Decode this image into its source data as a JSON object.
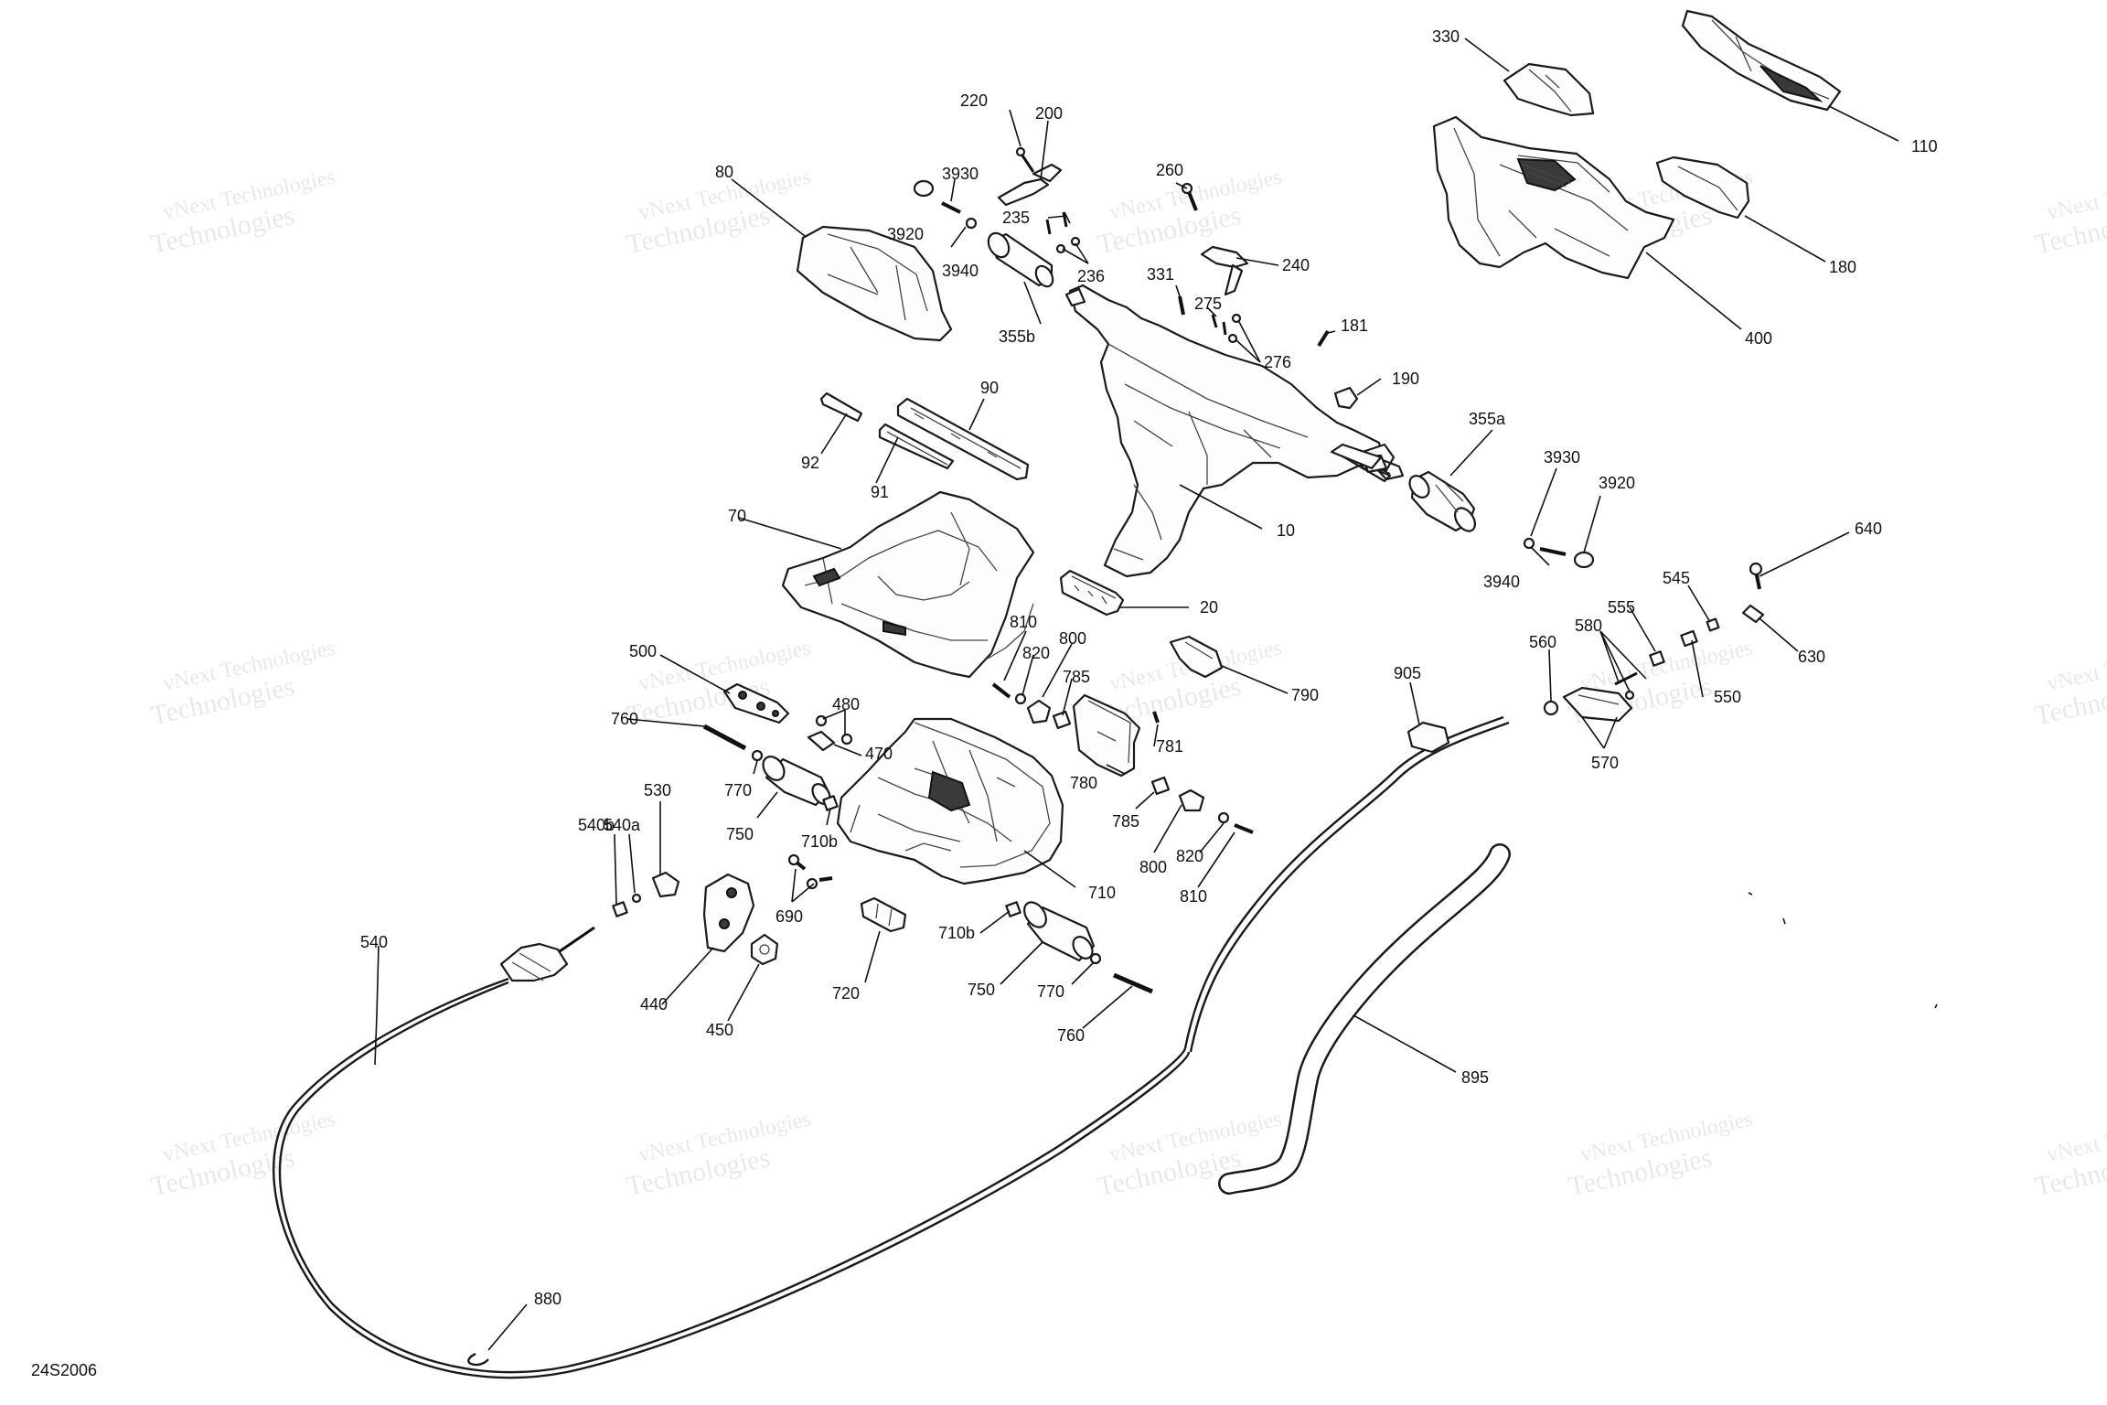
{
  "drawing_code": "24S2006",
  "watermark": {
    "line1": "vNext Technologies",
    "line2": "Technologies"
  },
  "callouts": [
    {
      "id": "330",
      "label": "330"
    },
    {
      "id": "110",
      "label": "110"
    },
    {
      "id": "180",
      "label": "180"
    },
    {
      "id": "400",
      "label": "400"
    },
    {
      "id": "220",
      "label": "220"
    },
    {
      "id": "200",
      "label": "200"
    },
    {
      "id": "3930a",
      "label": "3930"
    },
    {
      "id": "80",
      "label": "80"
    },
    {
      "id": "3920a",
      "label": "3920"
    },
    {
      "id": "3940a",
      "label": "3940"
    },
    {
      "id": "235",
      "label": "235"
    },
    {
      "id": "236",
      "label": "236"
    },
    {
      "id": "355b",
      "label": "355b"
    },
    {
      "id": "260",
      "label": "260"
    },
    {
      "id": "240",
      "label": "240"
    },
    {
      "id": "331",
      "label": "331"
    },
    {
      "id": "275",
      "label": "275"
    },
    {
      "id": "276",
      "label": "276"
    },
    {
      "id": "181",
      "label": "181"
    },
    {
      "id": "190",
      "label": "190"
    },
    {
      "id": "90",
      "label": "90"
    },
    {
      "id": "92",
      "label": "92"
    },
    {
      "id": "91",
      "label": "91"
    },
    {
      "id": "355a",
      "label": "355a"
    },
    {
      "id": "3930b",
      "label": "3930"
    },
    {
      "id": "3920b",
      "label": "3920"
    },
    {
      "id": "70",
      "label": "70"
    },
    {
      "id": "10",
      "label": "10"
    },
    {
      "id": "3940b",
      "label": "3940"
    },
    {
      "id": "640",
      "label": "640"
    },
    {
      "id": "20",
      "label": "20"
    },
    {
      "id": "545",
      "label": "545"
    },
    {
      "id": "555",
      "label": "555"
    },
    {
      "id": "630",
      "label": "630"
    },
    {
      "id": "810a",
      "label": "810"
    },
    {
      "id": "800a",
      "label": "800"
    },
    {
      "id": "820a",
      "label": "820"
    },
    {
      "id": "785a",
      "label": "785"
    },
    {
      "id": "580",
      "label": "580"
    },
    {
      "id": "560",
      "label": "560"
    },
    {
      "id": "500",
      "label": "500"
    },
    {
      "id": "790",
      "label": "790"
    },
    {
      "id": "905",
      "label": "905"
    },
    {
      "id": "550",
      "label": "550"
    },
    {
      "id": "480",
      "label": "480"
    },
    {
      "id": "760a",
      "label": "760"
    },
    {
      "id": "470",
      "label": "470"
    },
    {
      "id": "781",
      "label": "781"
    },
    {
      "id": "570",
      "label": "570"
    },
    {
      "id": "770a",
      "label": "770"
    },
    {
      "id": "780",
      "label": "780"
    },
    {
      "id": "530",
      "label": "530"
    },
    {
      "id": "785b",
      "label": "785"
    },
    {
      "id": "540b",
      "label": "540b"
    },
    {
      "id": "540a",
      "label": "540a"
    },
    {
      "id": "750a",
      "label": "750"
    },
    {
      "id": "710b_a",
      "label": "710b"
    },
    {
      "id": "800b",
      "label": "800"
    },
    {
      "id": "820b",
      "label": "820"
    },
    {
      "id": "710",
      "label": "710"
    },
    {
      "id": "810b",
      "label": "810"
    },
    {
      "id": "690",
      "label": "690"
    },
    {
      "id": "540",
      "label": "540"
    },
    {
      "id": "710b_b",
      "label": "710b"
    },
    {
      "id": "440",
      "label": "440"
    },
    {
      "id": "720",
      "label": "720"
    },
    {
      "id": "750b",
      "label": "750"
    },
    {
      "id": "770b",
      "label": "770"
    },
    {
      "id": "450",
      "label": "450"
    },
    {
      "id": "760b",
      "label": "760"
    },
    {
      "id": "895",
      "label": "895"
    },
    {
      "id": "880",
      "label": "880"
    }
  ]
}
